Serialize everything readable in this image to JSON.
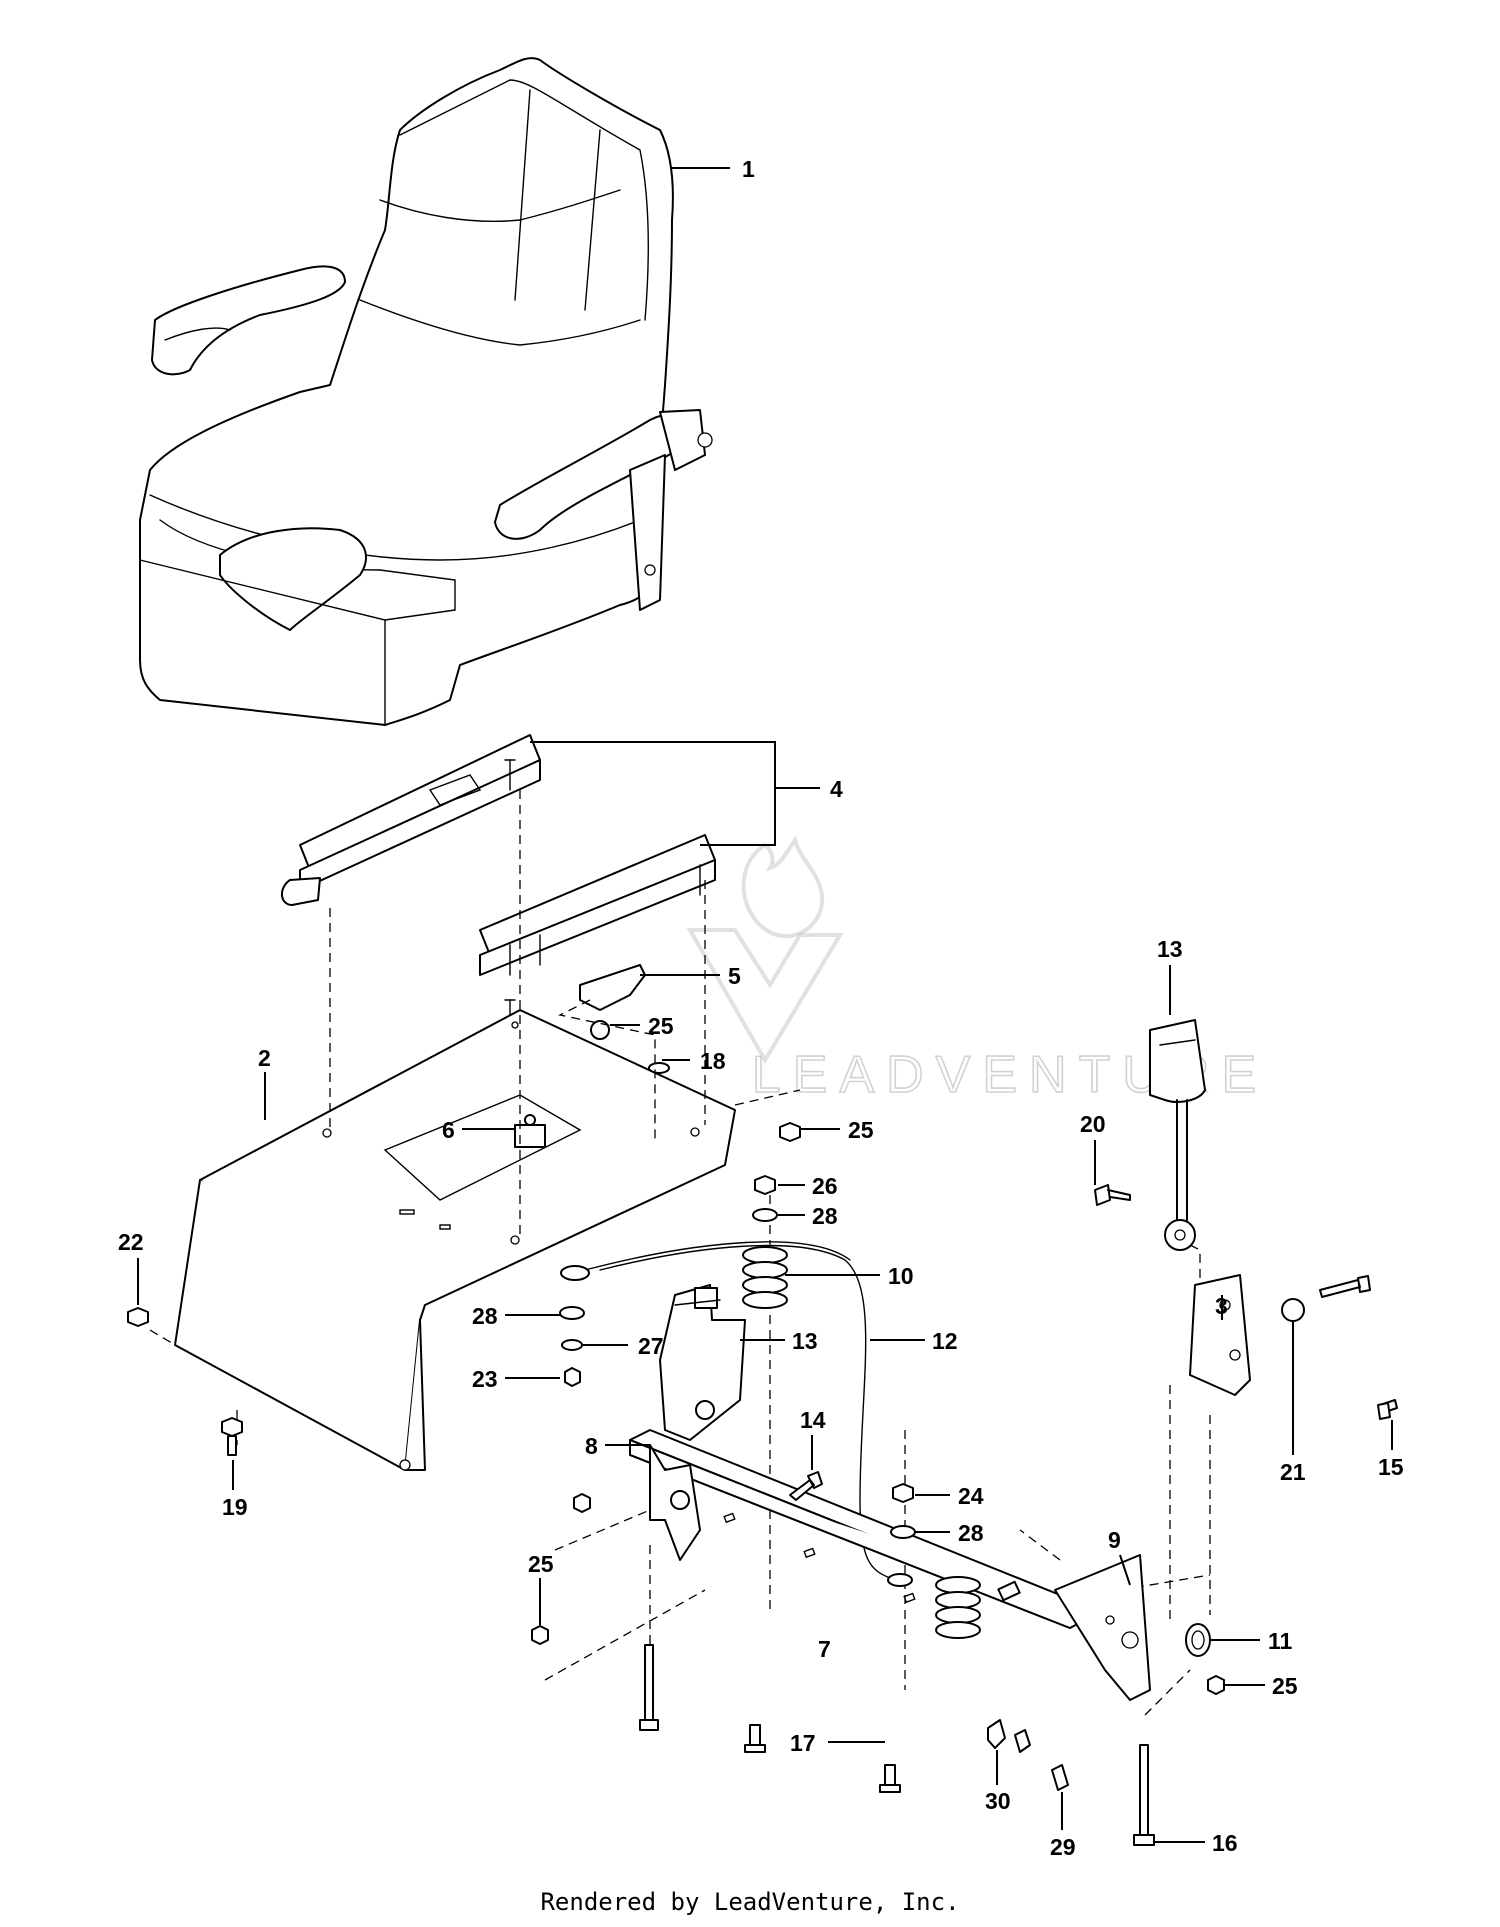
{
  "callouts": [
    {
      "id": "c1",
      "label": "1"
    },
    {
      "id": "c4",
      "label": "4"
    },
    {
      "id": "c5",
      "label": "5"
    },
    {
      "id": "c25a",
      "label": "25"
    },
    {
      "id": "c18",
      "label": "18"
    },
    {
      "id": "c2",
      "label": "2"
    },
    {
      "id": "c6",
      "label": "6"
    },
    {
      "id": "c25b",
      "label": "25"
    },
    {
      "id": "c13a",
      "label": "13"
    },
    {
      "id": "c20",
      "label": "20"
    },
    {
      "id": "c26",
      "label": "26"
    },
    {
      "id": "c28a",
      "label": "28"
    },
    {
      "id": "c22",
      "label": "22"
    },
    {
      "id": "c10",
      "label": "10"
    },
    {
      "id": "c28b",
      "label": "28"
    },
    {
      "id": "c27",
      "label": "27"
    },
    {
      "id": "c13b",
      "label": "13"
    },
    {
      "id": "c12",
      "label": "12"
    },
    {
      "id": "c3",
      "label": "3"
    },
    {
      "id": "c23",
      "label": "23"
    },
    {
      "id": "c15",
      "label": "15"
    },
    {
      "id": "c21",
      "label": "21"
    },
    {
      "id": "c8",
      "label": "8"
    },
    {
      "id": "c14",
      "label": "14"
    },
    {
      "id": "c19",
      "label": "19"
    },
    {
      "id": "c24",
      "label": "24"
    },
    {
      "id": "c28c",
      "label": "28"
    },
    {
      "id": "c9",
      "label": "9"
    },
    {
      "id": "c25c",
      "label": "25"
    },
    {
      "id": "c7",
      "label": "7"
    },
    {
      "id": "c11",
      "label": "11"
    },
    {
      "id": "c25d",
      "label": "25"
    },
    {
      "id": "c17",
      "label": "17"
    },
    {
      "id": "c30",
      "label": "30"
    },
    {
      "id": "c29",
      "label": "29"
    },
    {
      "id": "c16",
      "label": "16"
    }
  ],
  "watermark": {
    "text": "LEADVENTURE",
    "color": "#c8c8c8"
  },
  "footer": {
    "text": "Rendered by LeadVenture, Inc."
  }
}
